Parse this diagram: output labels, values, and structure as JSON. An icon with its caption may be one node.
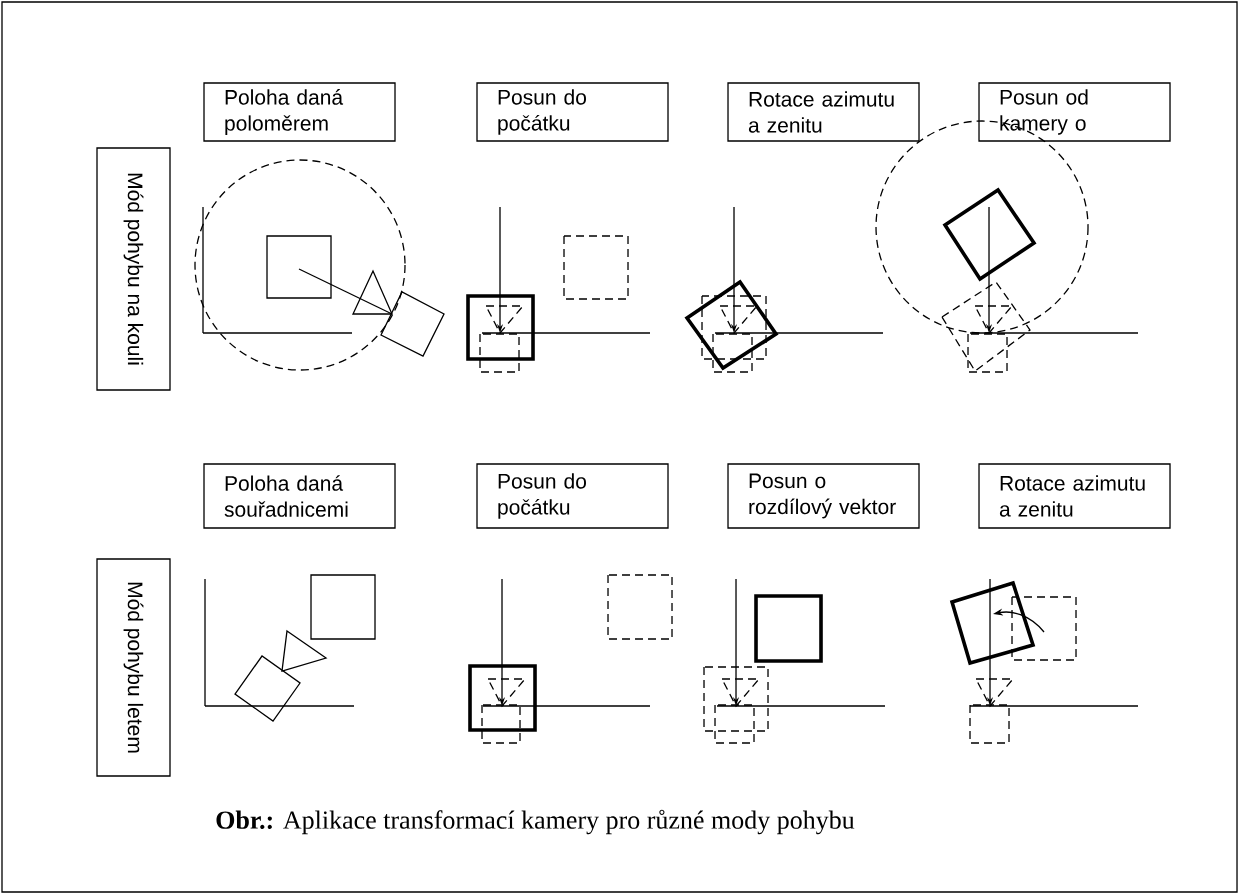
{
  "diagram": {
    "caption": "**Obr.:** Aplikace transformací kamery pro různé mody pohybu",
    "nodes": [
      {
        "text": [
          "Poloha daná poloměrem"
        ]
      },
      {
        "text": [
          "Posun do počátku"
        ]
      },
      {
        "text": [
          "Rotace azimutu a zenitu"
        ]
      },
      {
        "text": [
          "Posun od kamery o"
        ]
      },
      {
        "text": [
          "Mód pohybu na kouli"
        ]
      },
      {
        "text": [
          "Poloha daná souřadnicemi"
        ]
      },
      {
        "text": [
          "Posun do počátku"
        ]
      },
      {
        "text": [
          "Posun o rozdílový vektor"
        ]
      },
      {
        "text": [
          "Rotace azimutu a zenitu"
        ]
      },
      {
        "text": [
          "Mód pohybu letem"
        ]
      }
    ]
  }
}
